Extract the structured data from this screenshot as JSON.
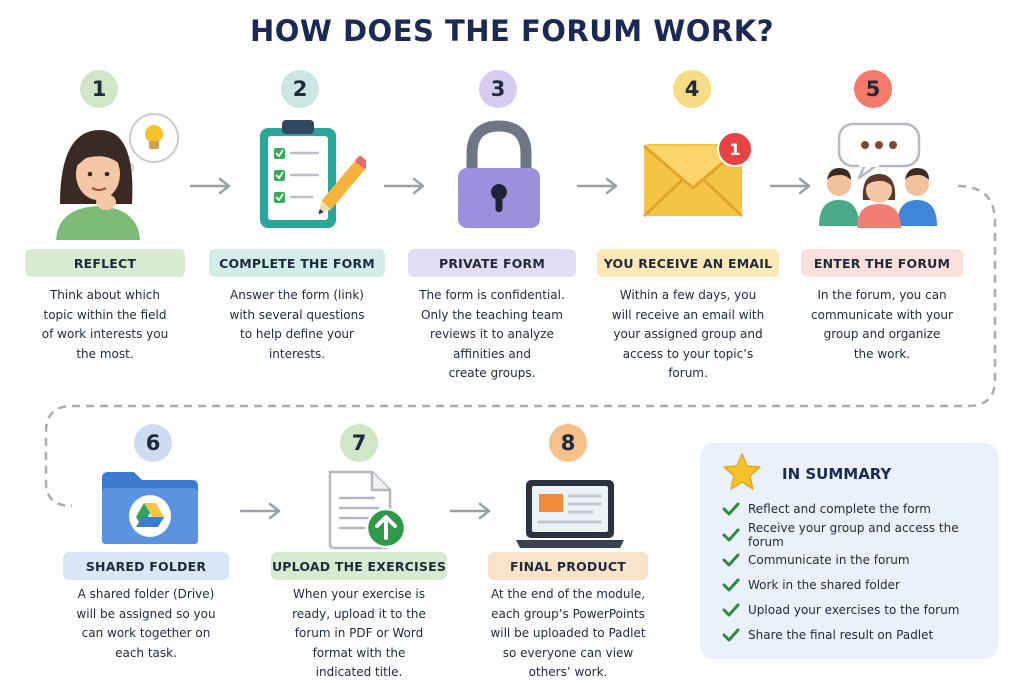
{
  "title": "HOW DOES THE FORUM WORK?",
  "colors": {
    "green": "#d8ebd1",
    "teal": "#d3ede9",
    "purple": "#e3dcf5",
    "yellow": "#fbeab8",
    "red": "#fbe0dc",
    "blue": "#dbe7f7",
    "check": "#2e8b3e"
  },
  "steps": [
    {
      "number": "1",
      "label": "REFLECT",
      "icon": "thinking-person-icon",
      "lines": [
        "Think about which",
        "topic within the field",
        "of work interests you",
        "the most."
      ]
    },
    {
      "number": "2",
      "label": "COMPLETE THE FORM",
      "icon": "clipboard-checklist-icon",
      "lines": [
        "Answer the form (link)",
        "with several questions",
        "to help define your",
        "interests."
      ]
    },
    {
      "number": "3",
      "label": "PRIVATE FORM",
      "icon": "padlock-icon",
      "lines": [
        "The form is confidential.",
        "Only the teaching team",
        "reviews it to analyze",
        "affinities and",
        "create groups."
      ]
    },
    {
      "number": "4",
      "label": "YOU RECEIVE AN EMAIL",
      "icon": "email-envelope-icon",
      "badge": "1",
      "lines": [
        "Within a few days, you",
        "will receive an email with",
        "your assigned group and",
        "access to your topic’s",
        "forum."
      ]
    },
    {
      "number": "5",
      "label": "ENTER THE FORUM",
      "icon": "group-chat-icon",
      "lines": [
        "In the forum, you can",
        "communicate with your",
        "group and organize",
        "the work."
      ]
    },
    {
      "number": "6",
      "label": "SHARED FOLDER",
      "icon": "shared-drive-folder-icon",
      "lines": [
        "A shared folder (Drive)",
        "will be assigned so you",
        "can work together on",
        "each task."
      ]
    },
    {
      "number": "7",
      "label": "UPLOAD THE EXERCISES",
      "icon": "document-upload-icon",
      "lines": [
        "When your exercise is",
        "ready, upload it to the",
        "forum in PDF or Word",
        "format with the",
        "indicated title."
      ]
    },
    {
      "number": "8",
      "label": "FINAL PRODUCT",
      "icon": "laptop-presentation-icon",
      "lines": [
        "At the end of the module,",
        "each group’s PowerPoints",
        "will be uploaded to Padlet",
        "so everyone can view",
        "others’ work."
      ]
    }
  ],
  "summary": {
    "title": "IN SUMMARY",
    "items": [
      "Reflect and complete the form",
      "Receive your group and access the forum",
      "Communicate in the forum",
      "Work in the shared folder",
      "Upload your exercises to the forum",
      "Share the final result on Padlet"
    ]
  }
}
